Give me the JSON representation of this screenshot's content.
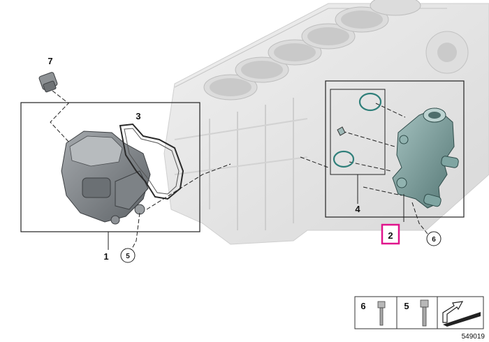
{
  "diagram": {
    "callouts": {
      "item_1": "1",
      "item_2": "2",
      "item_3": "3",
      "item_4": "4",
      "item_5": "5",
      "item_6": "6",
      "item_7": "7"
    },
    "legend": {
      "bolt_6": "6",
      "bolt_5": "5"
    },
    "diagram_id": "549019",
    "colors": {
      "highlight": "#e0148c",
      "engine_block": "#e6e6e6",
      "pump_gray": "#8a8f93",
      "coolant_part": "#6f9896"
    }
  }
}
